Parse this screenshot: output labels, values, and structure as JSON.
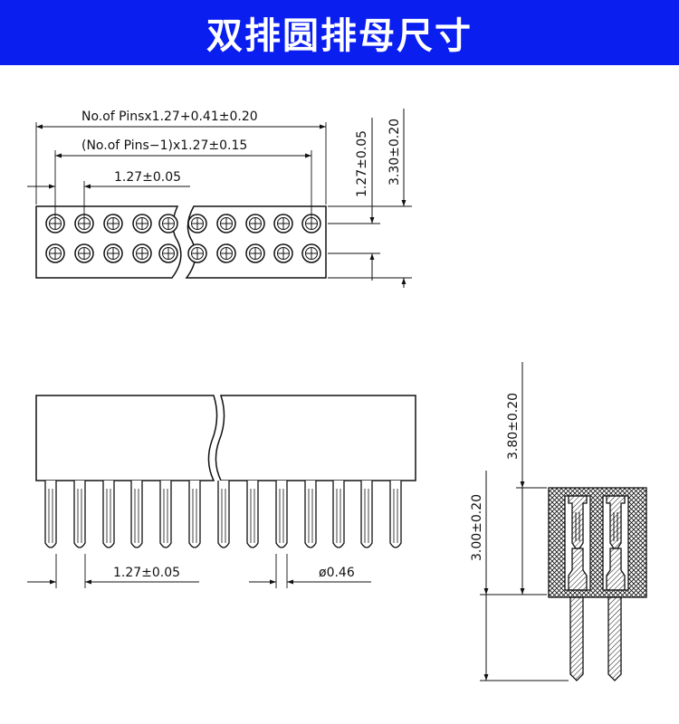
{
  "title": "双排圆排母尺寸",
  "colors": {
    "header_bg": "#0a1ef0",
    "header_text": "#ffffff",
    "line": "#111111"
  },
  "top_view": {
    "overall_length": "No.of Pinsx1.27+0.41±0.20",
    "pin_span": "(No.of Pins−1)x1.27±0.15",
    "pitch": "1.27±0.05",
    "row_pitch": "1.27±0.05",
    "body_width": "3.30±0.20"
  },
  "front_view": {
    "pitch": "1.27±0.05",
    "pin_diameter": "ø0.46"
  },
  "side_view": {
    "body_height": "3.80±0.20",
    "tail_length": "3.00±0.20"
  }
}
